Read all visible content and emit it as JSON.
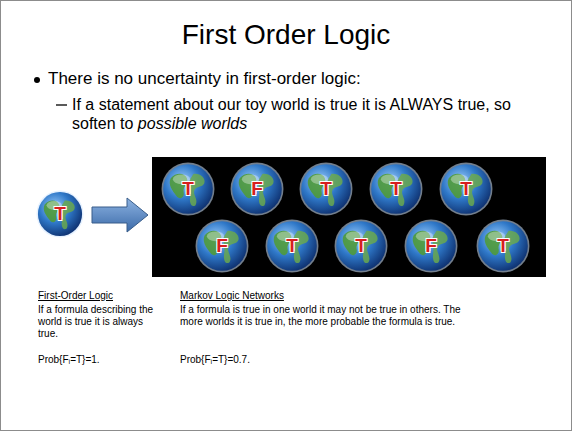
{
  "diagram": {
    "title": "First Order Logic",
    "nodes": [
      {
        "text": [
          "T"
        ]
      },
      {
        "text": [
          "T"
        ]
      },
      {
        "text": [
          "F"
        ]
      },
      {
        "text": [
          "T"
        ]
      },
      {
        "text": [
          "T"
        ]
      },
      {
        "text": [
          "T"
        ]
      },
      {
        "text": [
          "F"
        ]
      },
      {
        "text": [
          "T"
        ]
      },
      {
        "text": [
          "T"
        ]
      },
      {
        "text": [
          "F"
        ]
      },
      {
        "text": [
          "T"
        ]
      }
    ],
    "labels": [
      "There is no uncertainty in first-order logic:",
      "If a statement about our toy world is true it is ALWAYS true, so soften to",
      "possible worlds",
      "First-Order Logic",
      "If a formula describing the world is true it is always true.",
      "Prob{Fᵢ=T}=1.",
      "Markov Logic Networks",
      "If a formula is true in one world it may not be true in others. The more worlds it is true in, the more probable the formula is true.",
      "Prob{Fᵢ=T}=0.7."
    ]
  }
}
